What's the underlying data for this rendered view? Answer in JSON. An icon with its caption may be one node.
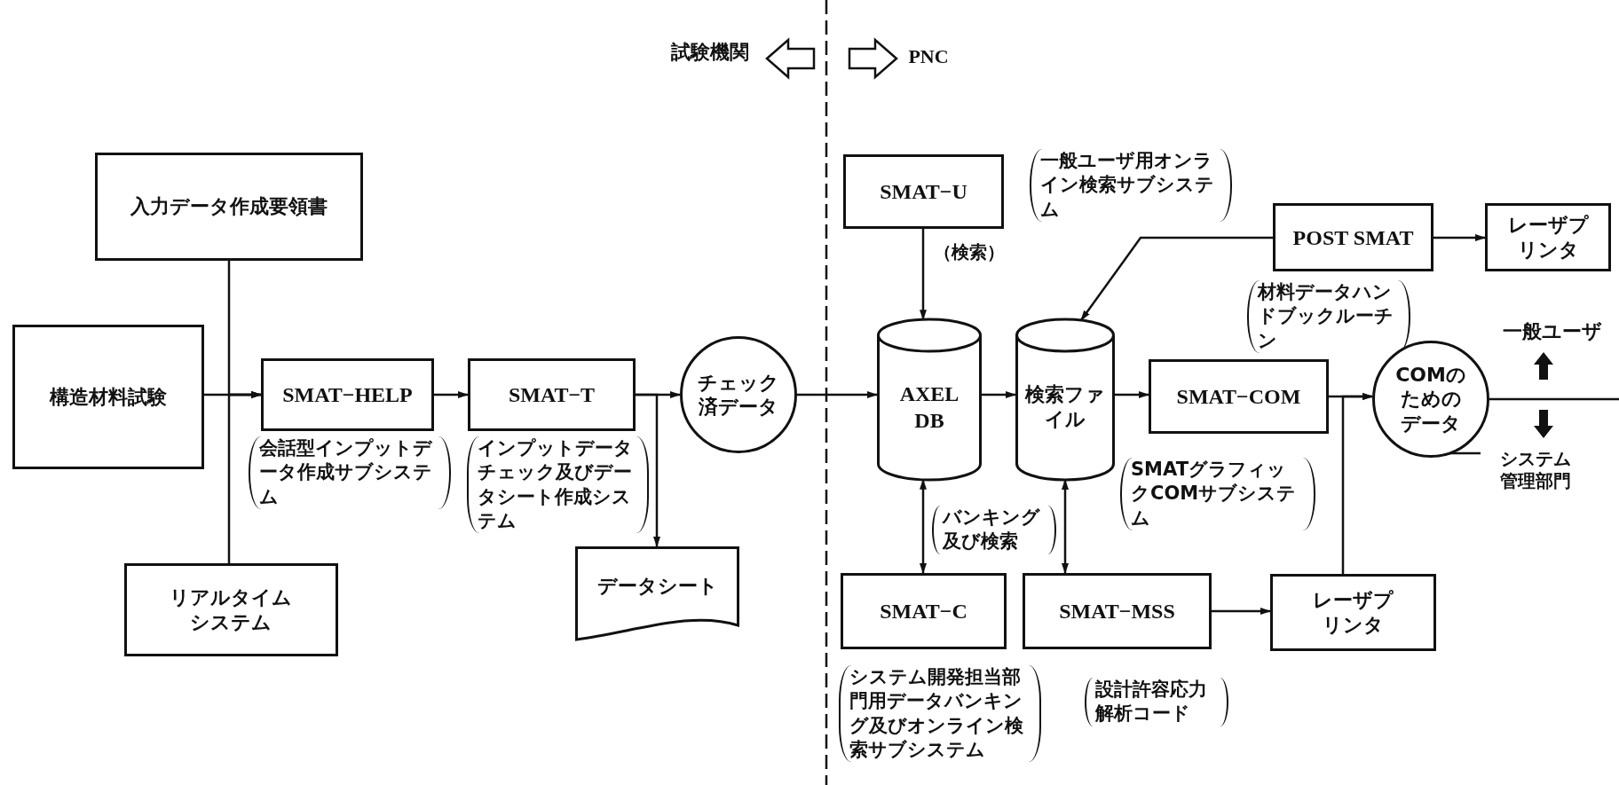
{
  "diagram": {
    "nodes": [
      {
        "text": [
          "入力データ作成要領書"
        ]
      },
      {
        "text": [
          "構造材料試験"
        ]
      },
      {
        "text": [
          "SMAT−HELP"
        ],
        "beside": [
          "会話型インプットデータ作成サブシステム"
        ]
      },
      {
        "text": [
          "SMAT−T"
        ],
        "beside": [
          "インプットデータチェック及びデータシート作成システム"
        ]
      },
      {
        "text": [
          "チェック済データ"
        ]
      },
      {
        "text": [
          "データシート"
        ]
      },
      {
        "text": [
          "リアルタイムシステム"
        ]
      },
      {
        "text": [
          "SMAT−U"
        ],
        "beside": [
          "一般ユーザ用オンライン検索サブシステム"
        ]
      },
      {
        "text": [
          "AXEL DB"
        ]
      },
      {
        "text": [
          "検索ファイル"
        ]
      },
      {
        "text": [
          "POST SMAT"
        ],
        "beside": [
          "材料データハンドブックルーチン"
        ]
      },
      {
        "text": [
          "レーザプリンタ"
        ]
      },
      {
        "text": [
          "SMAT−COM"
        ],
        "beside": [
          "SMATグラフィックCOMサブシステム"
        ]
      },
      {
        "text": [
          "COMのためのデータ"
        ]
      },
      {
        "text": [
          "SMAT−C"
        ],
        "beside": [
          "システム開発担当部門用データバンキング及びオンライン検索サブシステム"
        ]
      },
      {
        "text": [
          "SMAT−MSS"
        ],
        "beside": [
          "設計許容応力解析コード"
        ]
      },
      {
        "text": [
          "レーザプリンタ"
        ]
      }
    ],
    "edges": [
      {
        "from": 1,
        "to": 2,
        "arrow": "to"
      },
      {
        "from": 0,
        "to": 2,
        "arrow": "to"
      },
      {
        "from": 6,
        "to": 2,
        "arrow": "to"
      },
      {
        "from": 2,
        "to": 3,
        "arrow": "to"
      },
      {
        "from": 3,
        "to": 4,
        "arrow": "to"
      },
      {
        "from": 3,
        "to": 5,
        "arrow": "to"
      },
      {
        "from": 4,
        "to": 8,
        "arrow": "to"
      },
      {
        "from": 7,
        "to": 8,
        "arrow": "to",
        "label": "（検索）"
      },
      {
        "from": 8,
        "to": 9,
        "arrow": "to"
      },
      {
        "from": 10,
        "to": 9,
        "arrow": "to"
      },
      {
        "from": 10,
        "to": 11,
        "arrow": "to"
      },
      {
        "from": 9,
        "to": 12,
        "arrow": "to"
      },
      {
        "from": 12,
        "to": 13,
        "arrow": "to"
      },
      {
        "from": 16,
        "to": 13,
        "arrow": "to"
      },
      {
        "from": 13,
        "to": null,
        "arrow": "none"
      },
      {
        "from": 14,
        "to": 8,
        "arrow": "both"
      },
      {
        "from": 15,
        "to": 9,
        "arrow": "both"
      },
      {
        "from": 15,
        "to": 16,
        "arrow": "to"
      }
    ],
    "labels": [
      "試験機関",
      "PNC",
      "一般ユーザ",
      "システム管理部門",
      "バンキング及び検索"
    ]
  }
}
